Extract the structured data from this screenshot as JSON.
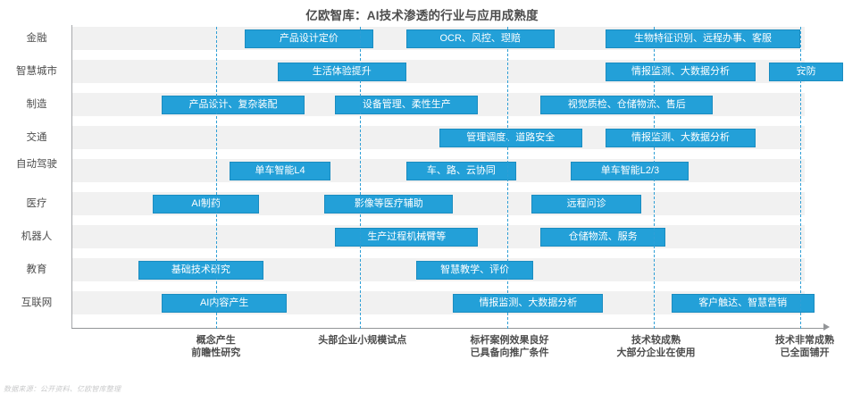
{
  "title": "亿欧智库：AI技术渗透的行业与应用成熟度",
  "source": "数据来源：公开资料、亿欧智库整理",
  "colors": {
    "bar": "#23a0d8",
    "bar_border": "#1b8cc0",
    "band": "#f1f1f1",
    "gridline": "#2f9fd6",
    "axis": "#939598",
    "text": "#4d4d4d"
  },
  "chart_data": {
    "type": "table",
    "title": "亿欧智库：AI技术渗透的行业与应用成熟度",
    "xlabel": "",
    "ylabel": "",
    "grid": true,
    "legend": "none",
    "stages": [
      {
        "index": 1,
        "lines": [
          "概念产生",
          "前瞻性研究"
        ],
        "center_pct": 19.6
      },
      {
        "index": 2,
        "lines": [
          "头部企业小规模试点"
        ],
        "center_pct": 39.6
      },
      {
        "index": 3,
        "lines": [
          "标杆案例效果良好",
          "已具备向推广条件"
        ],
        "center_pct": 59.7
      },
      {
        "index": 4,
        "lines": [
          "技术较成熟",
          "大部分企业在使用"
        ],
        "center_pct": 79.7
      },
      {
        "index": 5,
        "lines": [
          "技术非常成熟",
          "已全面铺开"
        ],
        "center_pct": 100.0
      }
    ],
    "gridline_positions_pct": [
      19.6,
      39.3,
      59.4,
      79.4,
      99.4
    ],
    "categories": [
      "金融",
      "智慧城市",
      "制造",
      "交通",
      "自动驾驶",
      "医疗",
      "机器人",
      "教育",
      "互联网"
    ],
    "rows": [
      {
        "label": "金融",
        "label_lines": [
          "金融"
        ],
        "items": [
          {
            "text": "产品设计定价",
            "start_pct": 23.5,
            "width_pct": 17.6
          },
          {
            "text": "OCR、风控、理赔",
            "start_pct": 45.6,
            "width_pct": 20.2
          },
          {
            "text": "生物特征识别、远程办事、客服",
            "start_pct": 72.8,
            "width_pct": 26.6
          }
        ]
      },
      {
        "label": "智慧城市",
        "label_lines": [
          "智慧城市"
        ],
        "items": [
          {
            "text": "生活体验提升",
            "start_pct": 28.0,
            "width_pct": 17.6
          },
          {
            "text": "情报监测、大数据分析",
            "start_pct": 72.8,
            "width_pct": 20.5
          },
          {
            "text": "安防",
            "start_pct": 95.1,
            "width_pct": 10.2
          }
        ]
      },
      {
        "label": "制造",
        "label_lines": [
          "制造"
        ],
        "items": [
          {
            "text": "产品设计、复杂装配",
            "start_pct": 12.2,
            "width_pct": 19.5
          },
          {
            "text": "设备管理、柔性生产",
            "start_pct": 35.9,
            "width_pct": 19.5
          },
          {
            "text": "视觉质检、仓储物流、售后",
            "start_pct": 63.9,
            "width_pct": 23.6
          }
        ]
      },
      {
        "label": "交通",
        "label_lines": [
          "交通"
        ],
        "items": [
          {
            "text": "管理调度、道路安全",
            "start_pct": 50.1,
            "width_pct": 19.5
          },
          {
            "text": "情报监测、大数据分析",
            "start_pct": 72.8,
            "width_pct": 20.5
          }
        ]
      },
      {
        "label": "自动驾驶",
        "label_lines": [
          "自动",
          "驾驶"
        ],
        "items": [
          {
            "text": "单车智能L4",
            "start_pct": 21.5,
            "width_pct": 13.7
          },
          {
            "text": "车、路、云协同",
            "start_pct": 45.6,
            "width_pct": 15.0
          },
          {
            "text": "单车智能L2/3",
            "start_pct": 68.1,
            "width_pct": 16.1
          }
        ]
      },
      {
        "label": "医疗",
        "label_lines": [
          "医疗"
        ],
        "items": [
          {
            "text": "AI制药",
            "start_pct": 11.0,
            "width_pct": 14.5
          },
          {
            "text": "影像等医疗辅助",
            "start_pct": 34.4,
            "width_pct": 17.6
          },
          {
            "text": "远程问诊",
            "start_pct": 62.7,
            "width_pct": 15.0
          }
        ]
      },
      {
        "label": "机器人",
        "label_lines": [
          "机器人"
        ],
        "items": [
          {
            "text": "生产过程机械臂等",
            "start_pct": 35.9,
            "width_pct": 19.5
          },
          {
            "text": "仓储物流、服务",
            "start_pct": 63.9,
            "width_pct": 17.1
          }
        ]
      },
      {
        "label": "教育",
        "label_lines": [
          "教育"
        ],
        "items": [
          {
            "text": "基础技术研究",
            "start_pct": 9.0,
            "width_pct": 17.1
          },
          {
            "text": "智慧教学、评价",
            "start_pct": 47.0,
            "width_pct": 15.9
          }
        ]
      },
      {
        "label": "互联网",
        "label_lines": [
          "互联网"
        ],
        "items": [
          {
            "text": "AI内容产生",
            "start_pct": 12.2,
            "width_pct": 17.1
          },
          {
            "text": "情报监测、大数据分析",
            "start_pct": 52.0,
            "width_pct": 20.5
          },
          {
            "text": "客户触达、智慧营销",
            "start_pct": 81.8,
            "width_pct": 19.5
          }
        ]
      }
    ]
  }
}
